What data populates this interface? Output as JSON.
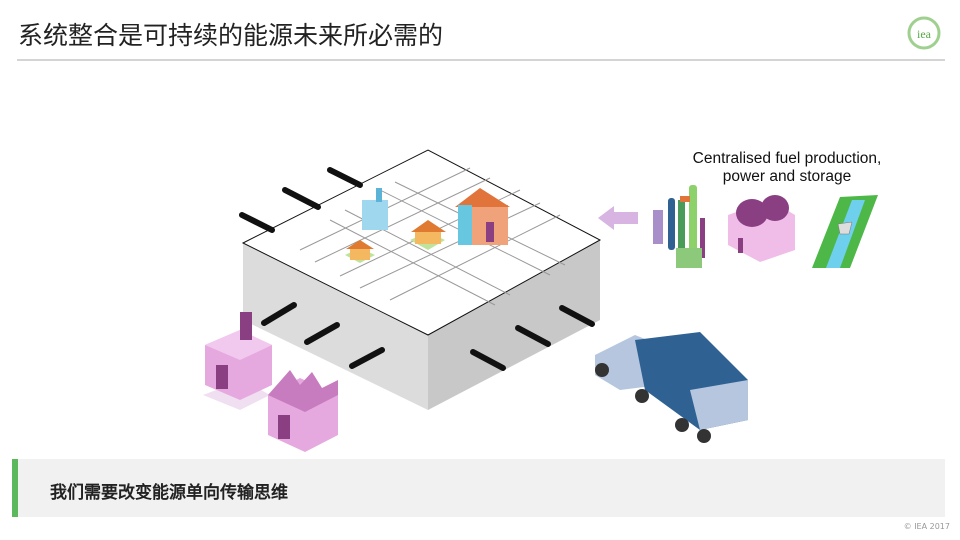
{
  "header": {
    "title": "系统整合是可持续的能源未来所必需的",
    "logo_text": "iea"
  },
  "diagram": {
    "caption": "Centralised fuel production, power and storage"
  },
  "callout": {
    "text": "我们需要改变能源单向传输思维"
  },
  "footer": {
    "copyright": "© IEA 2017"
  },
  "colors": {
    "accent_green": "#5cb85c",
    "logo_green": "#8cc97a",
    "pink": "#d8a6d2",
    "purple": "#8a3f82",
    "truck_blue": "#2f6293"
  }
}
